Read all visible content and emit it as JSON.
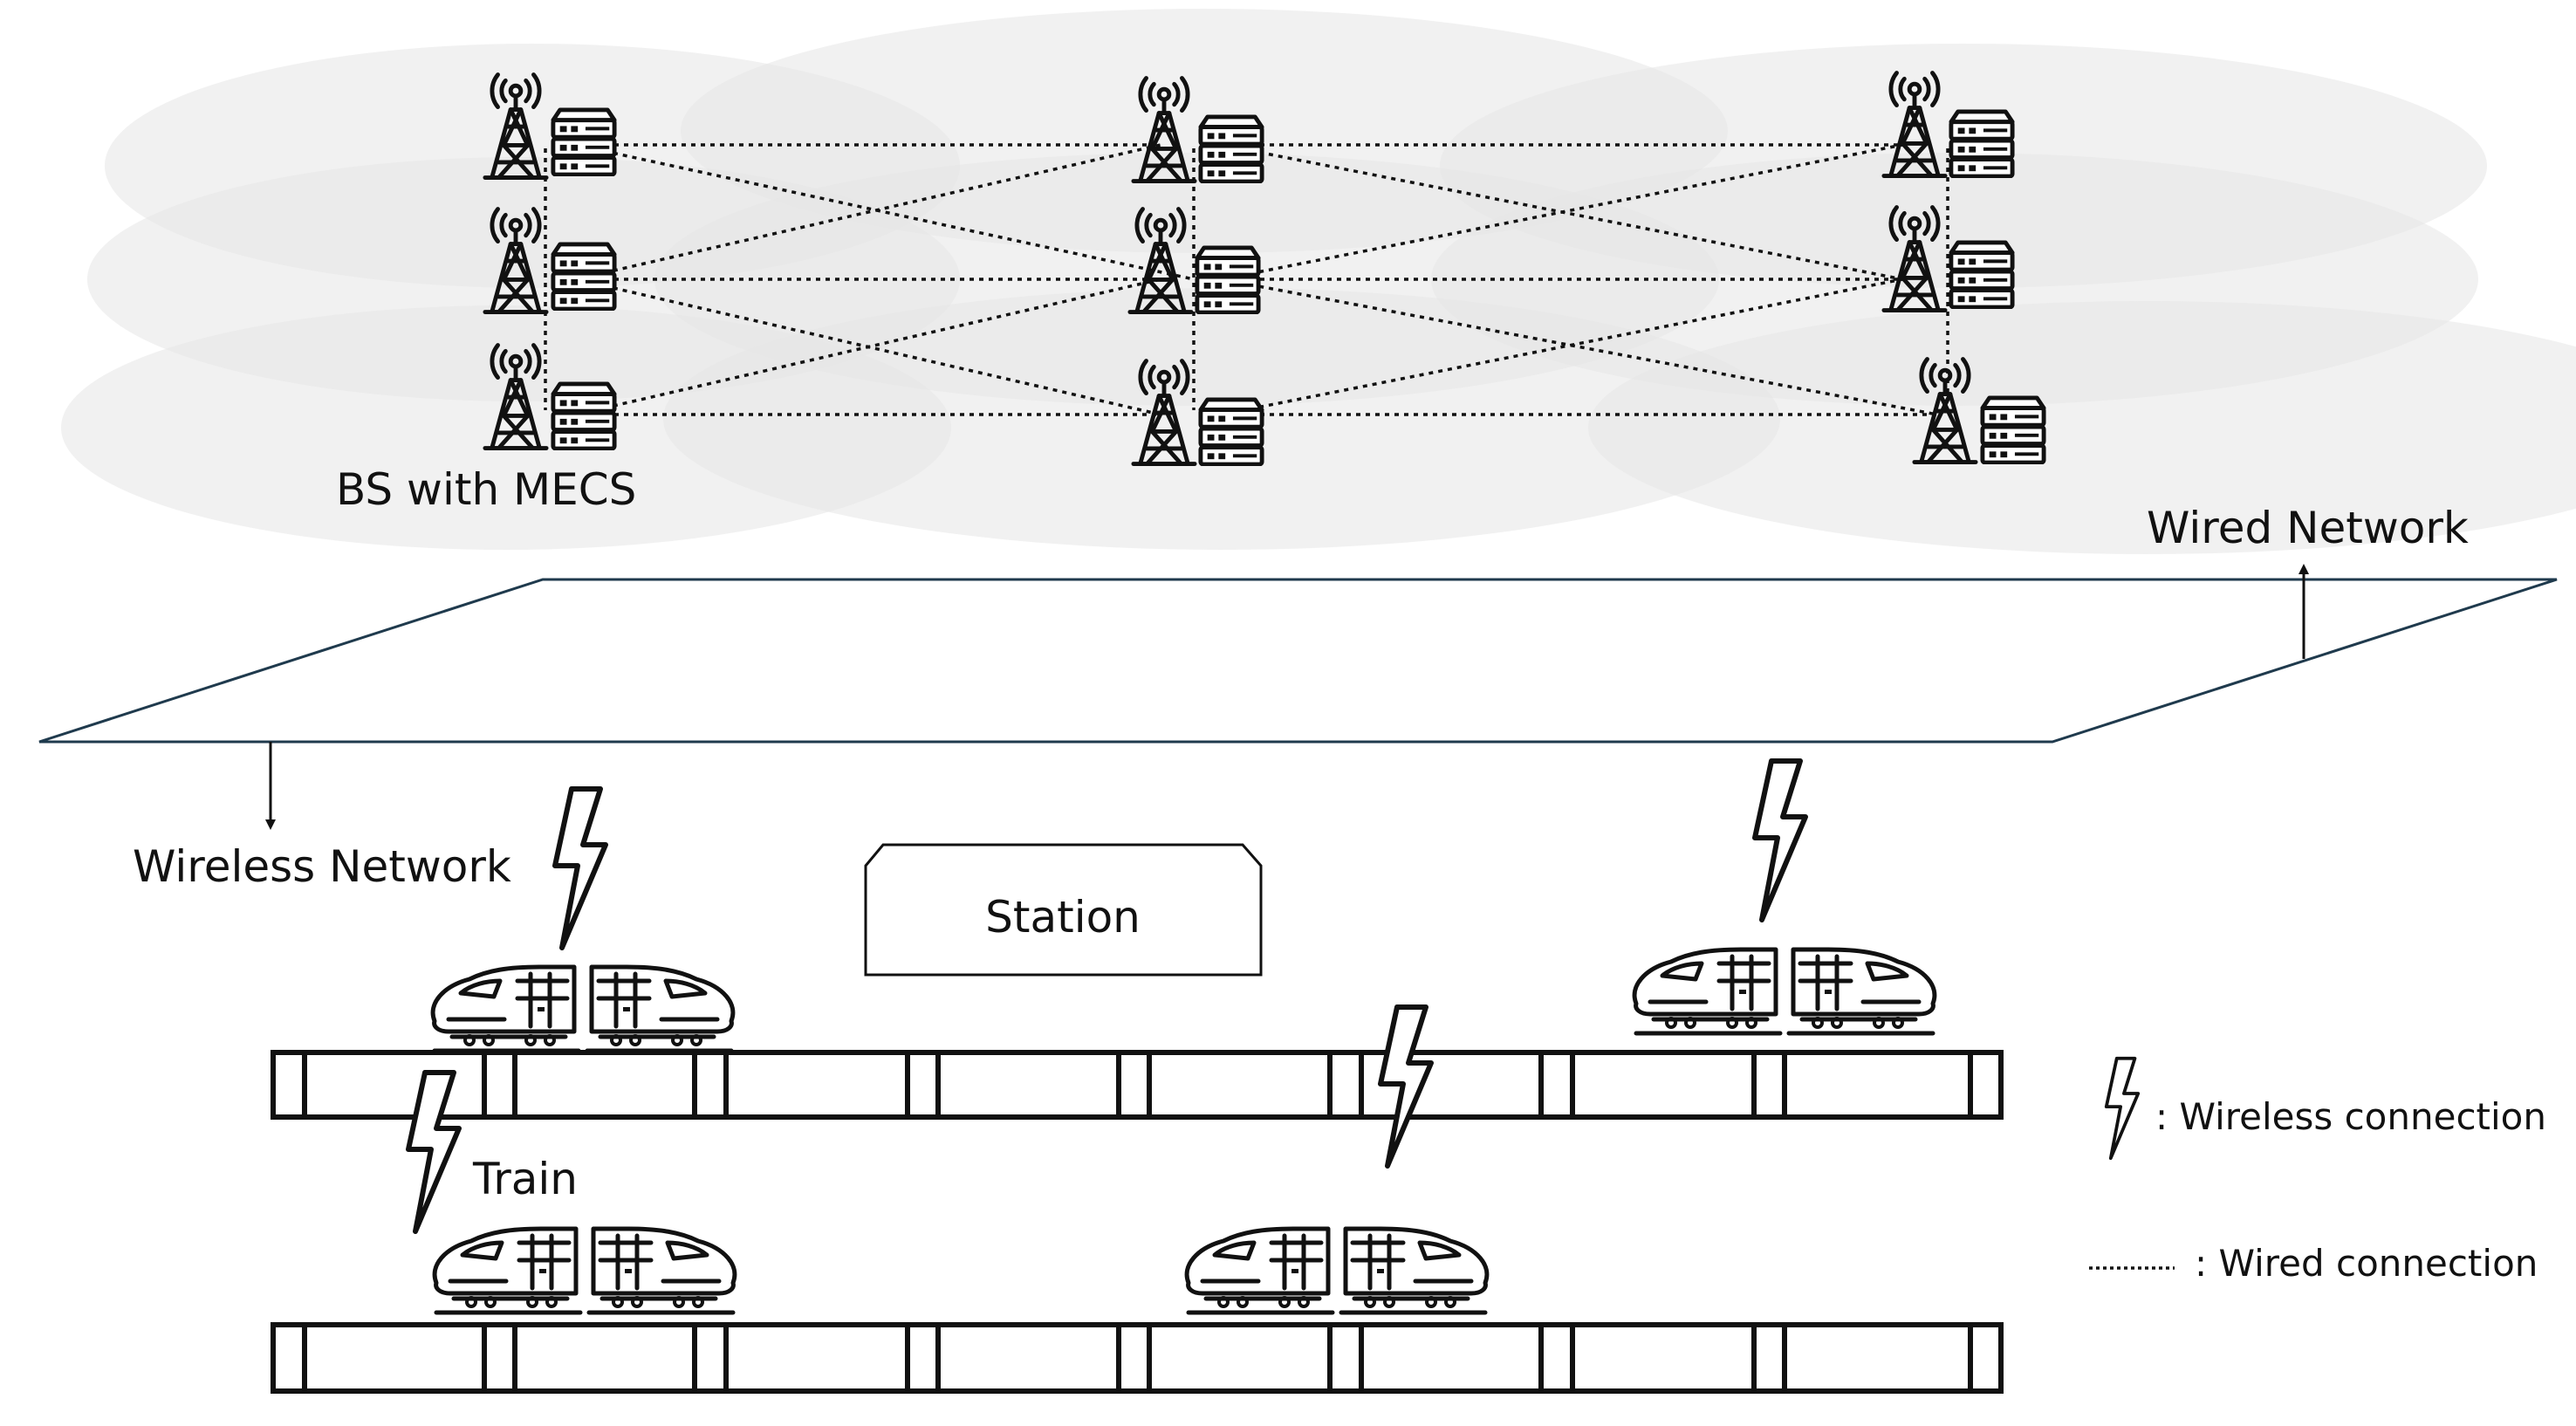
{
  "labels": {
    "bs_with_mecs": "BS with MECS",
    "wired_network": "Wired Network",
    "wireless_network": "Wireless Network",
    "station": "Station",
    "train": "Train"
  },
  "legend": {
    "wireless_connection": ": Wireless connection",
    "wired_connection": ": Wired connection"
  },
  "icons": {
    "base_station": "cell-tower-icon",
    "server": "server-rack-icon",
    "train": "high-speed-train-icon",
    "wireless": "lightning-bolt-icon"
  },
  "colors": {
    "coverage": "#e6e6e6",
    "plane_edge": "#1f3a4d",
    "line": "#111111"
  }
}
